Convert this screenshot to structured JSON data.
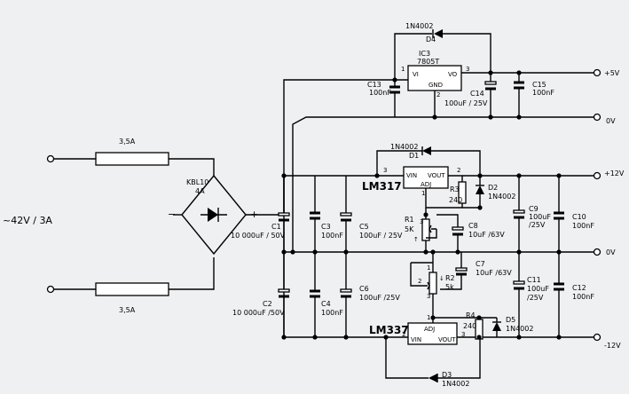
{
  "input": {
    "voltage": "~42V / 3A",
    "fuse_top": "3,5A",
    "fuse_bottom": "3,5A"
  },
  "bridge": {
    "name": "KBL10",
    "rating": "4A",
    "minus": "−",
    "plus": "+"
  },
  "rails": {
    "p5": "+5V",
    "gnd_top": "0V",
    "p12": "+12V",
    "gnd_mid": "0V",
    "m12": "-12V"
  },
  "ic3": {
    "name": "IC3",
    "type": "7805T",
    "vi": "VI",
    "vo": "VO",
    "gnd": "GND",
    "pin1": "1",
    "pin2": "2",
    "pin3": "3"
  },
  "d4": {
    "type": "1N4002",
    "name": "D4"
  },
  "c13": {
    "name": "C13",
    "value": "100nF"
  },
  "c14": {
    "name": "C14",
    "value": "100uF / 25V"
  },
  "c15": {
    "name": "C15",
    "value": "100nF"
  },
  "d1": {
    "type": "1N4002",
    "name": "D1"
  },
  "lm317": {
    "name": "LM317",
    "vin": "VIN",
    "vout": "VOUT",
    "adj": "ADJ",
    "pin3": "3",
    "pin2": "2",
    "pin1": "1"
  },
  "r3": {
    "name": "R3",
    "value": "240"
  },
  "d2": {
    "name": "D2",
    "type": "1N4002"
  },
  "r1": {
    "name": "R1",
    "value": "5K"
  },
  "c8": {
    "name": "C8",
    "value": "10uF /63V"
  },
  "c9": {
    "name": "C9",
    "value1": "100uF",
    "value2": "/25V"
  },
  "c10": {
    "name": "C10",
    "value": "100nF"
  },
  "c1": {
    "name": "C1",
    "value": "10 000uF / 50V"
  },
  "c2": {
    "name": "C2",
    "value": "10 000uF /50V"
  },
  "c3": {
    "name": "C3",
    "value": "100nF"
  },
  "c4": {
    "name": "C4",
    "value": "100nF"
  },
  "c5": {
    "name": "C5",
    "value": "100uF / 25V"
  },
  "c6": {
    "name": "C6",
    "value": "100uF /25V"
  },
  "c7": {
    "name": "C7",
    "value": "10uF /63V"
  },
  "r2": {
    "name": "R2",
    "value": "5k"
  },
  "c11": {
    "name": "C11",
    "value1": "100uF",
    "value2": "/25V"
  },
  "c12": {
    "name": "C12",
    "value": "100nF"
  },
  "lm337": {
    "name": "LM337",
    "vin": "VIN",
    "vout": "VOUT",
    "adj": "ADJ",
    "pin2": "2",
    "pin3": "3",
    "pin1": "1"
  },
  "r4": {
    "name": "R4",
    "value": "240"
  },
  "d5": {
    "name": "D5",
    "type": "1N4002"
  },
  "d3": {
    "name": "D3",
    "type": "1N4002"
  },
  "marks": {
    "wiper1": "1",
    "wiper2": "2",
    "wiper3": "3",
    "arrow_up": "↑",
    "arrow_down": "↓"
  }
}
